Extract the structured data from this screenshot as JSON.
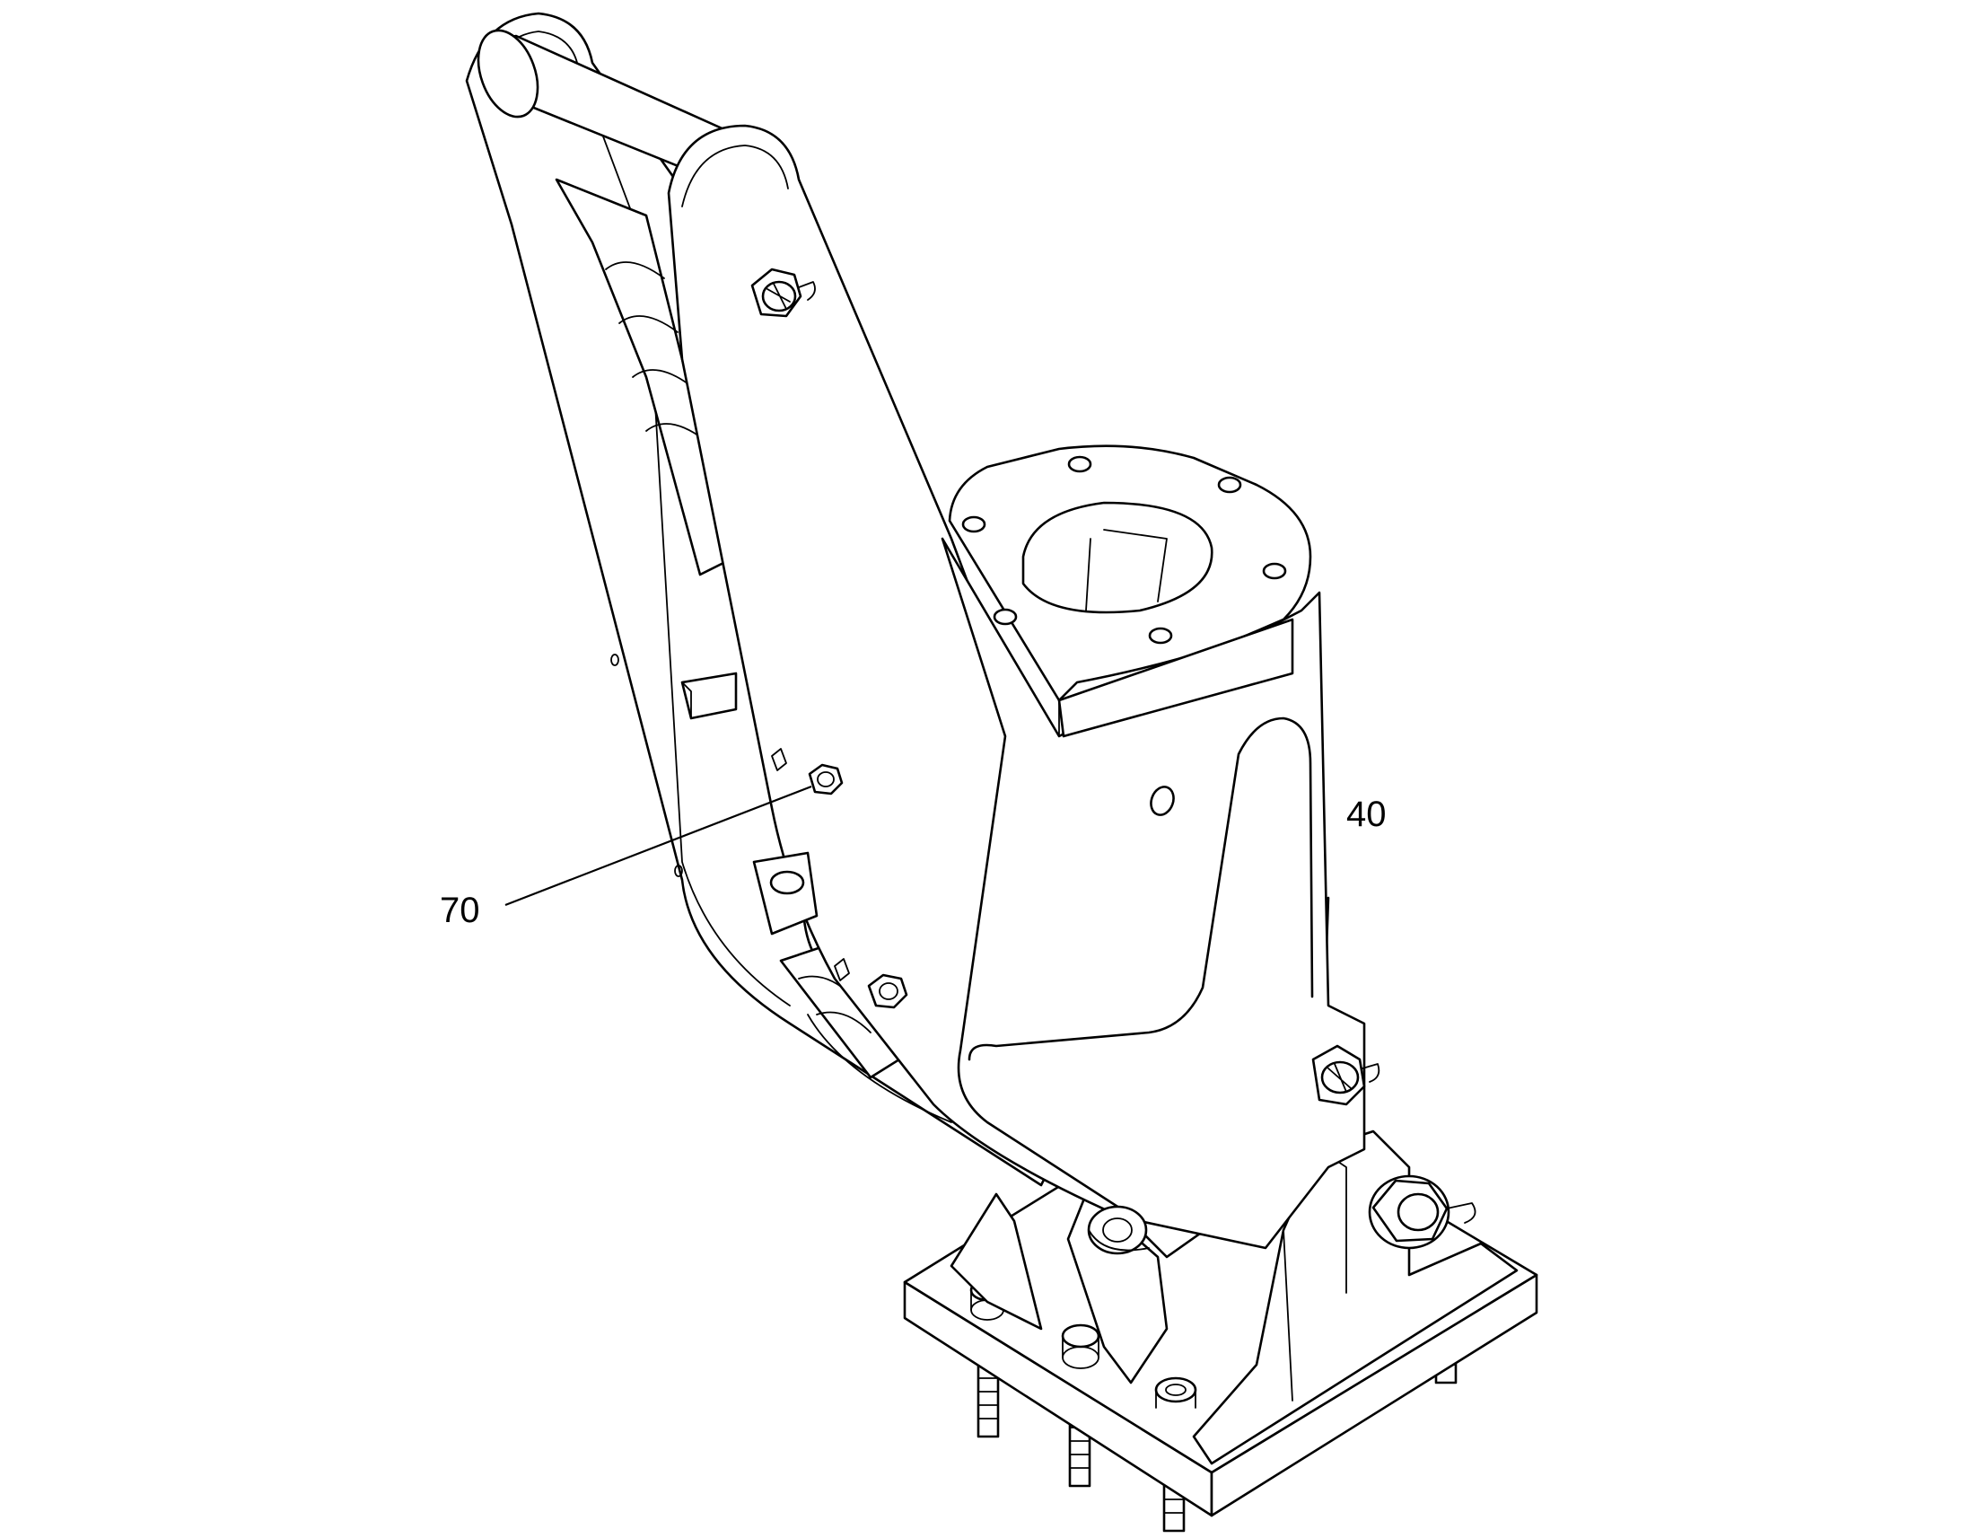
{
  "diagram": {
    "type": "technical-parts-illustration",
    "background": "#ffffff",
    "line_color": "#000000",
    "callouts": [
      {
        "id": "callout-40",
        "label": "40"
      },
      {
        "id": "callout-70",
        "label": "70"
      }
    ]
  }
}
